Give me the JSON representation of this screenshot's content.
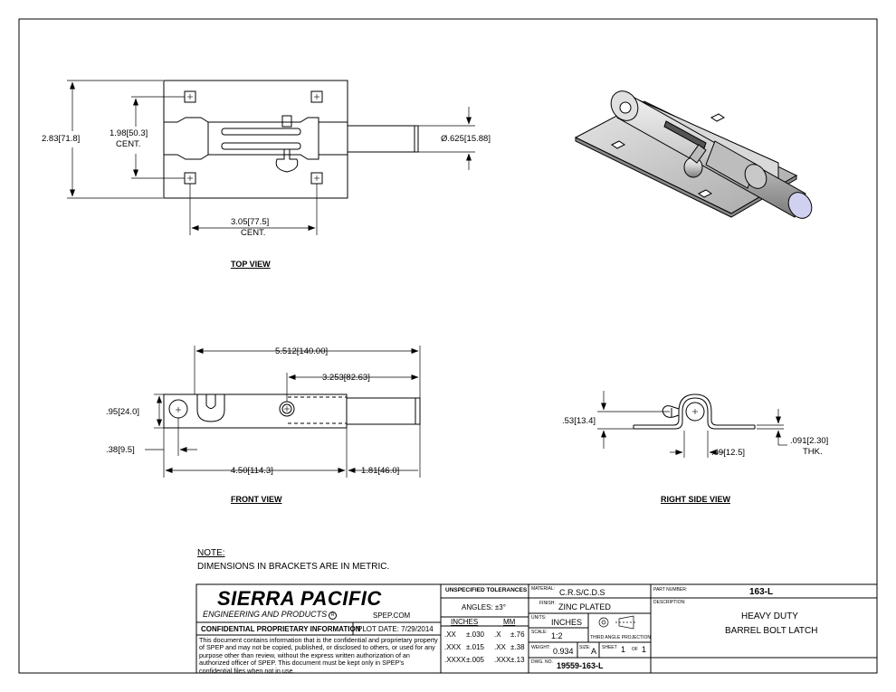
{
  "views": {
    "top": {
      "title": "TOP VIEW",
      "dims": {
        "height": "2.83",
        "height_mm": "71.8",
        "cent_v": "1.98",
        "cent_v_mm": "50.3",
        "cent_v_note": "CENT.",
        "dia": "Ø.625",
        "dia_mm": "15.88",
        "cent_h": "3.05",
        "cent_h_mm": "77.5",
        "cent_h_note": "CENT."
      }
    },
    "front": {
      "title": "FRONT VIEW",
      "dims": {
        "overall": "5.512",
        "overall_mm": "140.00",
        "knob": "3.253",
        "knob_mm": "82.63",
        "height": ".95",
        "height_mm": "24.0",
        "hole": ".38",
        "hole_mm": "9.5",
        "plate": "4.50",
        "plate_mm": "114.3",
        "bolt": "1.81",
        "bolt_mm": "46.0"
      }
    },
    "side": {
      "title": "RIGHT SIDE VIEW",
      "dims": {
        "h": ".53",
        "h_mm": "13.4",
        "w": ".49",
        "w_mm": "12.5",
        "thk": ".091",
        "thk_mm": "2.30",
        "thk_note": "THK."
      }
    }
  },
  "note": {
    "heading": "NOTE:",
    "text": "DIMENSIONS IN BRACKETS ARE IN METRIC."
  },
  "title_block": {
    "company": "SIERRA PACIFIC",
    "company_sub": "ENGINEERING AND PRODUCTS",
    "registered": "R",
    "website": "SPEP.COM",
    "confidential_label": "CONFIDENTIAL PROPRIETARY INFORMATION",
    "plot_date": "PLOT DATE: 7/29/2014",
    "confidential_text": "This document contains information that is the confidential and proprietary property of SPEP and may not be copied, published, or disclosed to others, or used for any purpose other than review, without the express written authorization of an authorized officer of SPEP. This document must be kept only in SPEP's confidential files when not in use.",
    "tolerances": {
      "title": "UNSPECIFIED TOLERANCES",
      "angles": "ANGLES: ±3°",
      "inches_head": "INCHES",
      "mm_head": "MM",
      "rows": [
        {
          "in_fmt": ".XX",
          "in_val": "±.030",
          "mm_fmt": ".X",
          "mm_val": "±.76"
        },
        {
          "in_fmt": ".XXX",
          "in_val": "±.015",
          "mm_fmt": ".XX",
          "mm_val": "±.38"
        },
        {
          "in_fmt": ".XXXX",
          "in_val": "±.005",
          "mm_fmt": ".XXX",
          "mm_val": "±.13"
        }
      ]
    },
    "material_label": "MATERIAL:",
    "material": "C.R.S/C.D.S",
    "finish_label": "FINISH:",
    "finish": "ZINC PLATED",
    "units_label": "UNITS:",
    "units": "INCHES",
    "projection": "THIRD ANGLE PROJECTION",
    "scale_label": "SCALE:",
    "scale": "1:2",
    "weight_label": "WEIGHT:",
    "weight": "0.934",
    "size_label": "SIZE:",
    "size": "A",
    "sheet_label": "SHEET",
    "sheet": "1",
    "of_label": "OF",
    "of": "1",
    "dwg_label": "DWG. NO.",
    "dwg": "19559-163-L",
    "part_label": "PART NUMBER:",
    "part": "163-L",
    "desc_label": "DESCRIPTION:",
    "desc_1": "HEAVY DUTY",
    "desc_2": "BARREL BOLT LATCH"
  }
}
